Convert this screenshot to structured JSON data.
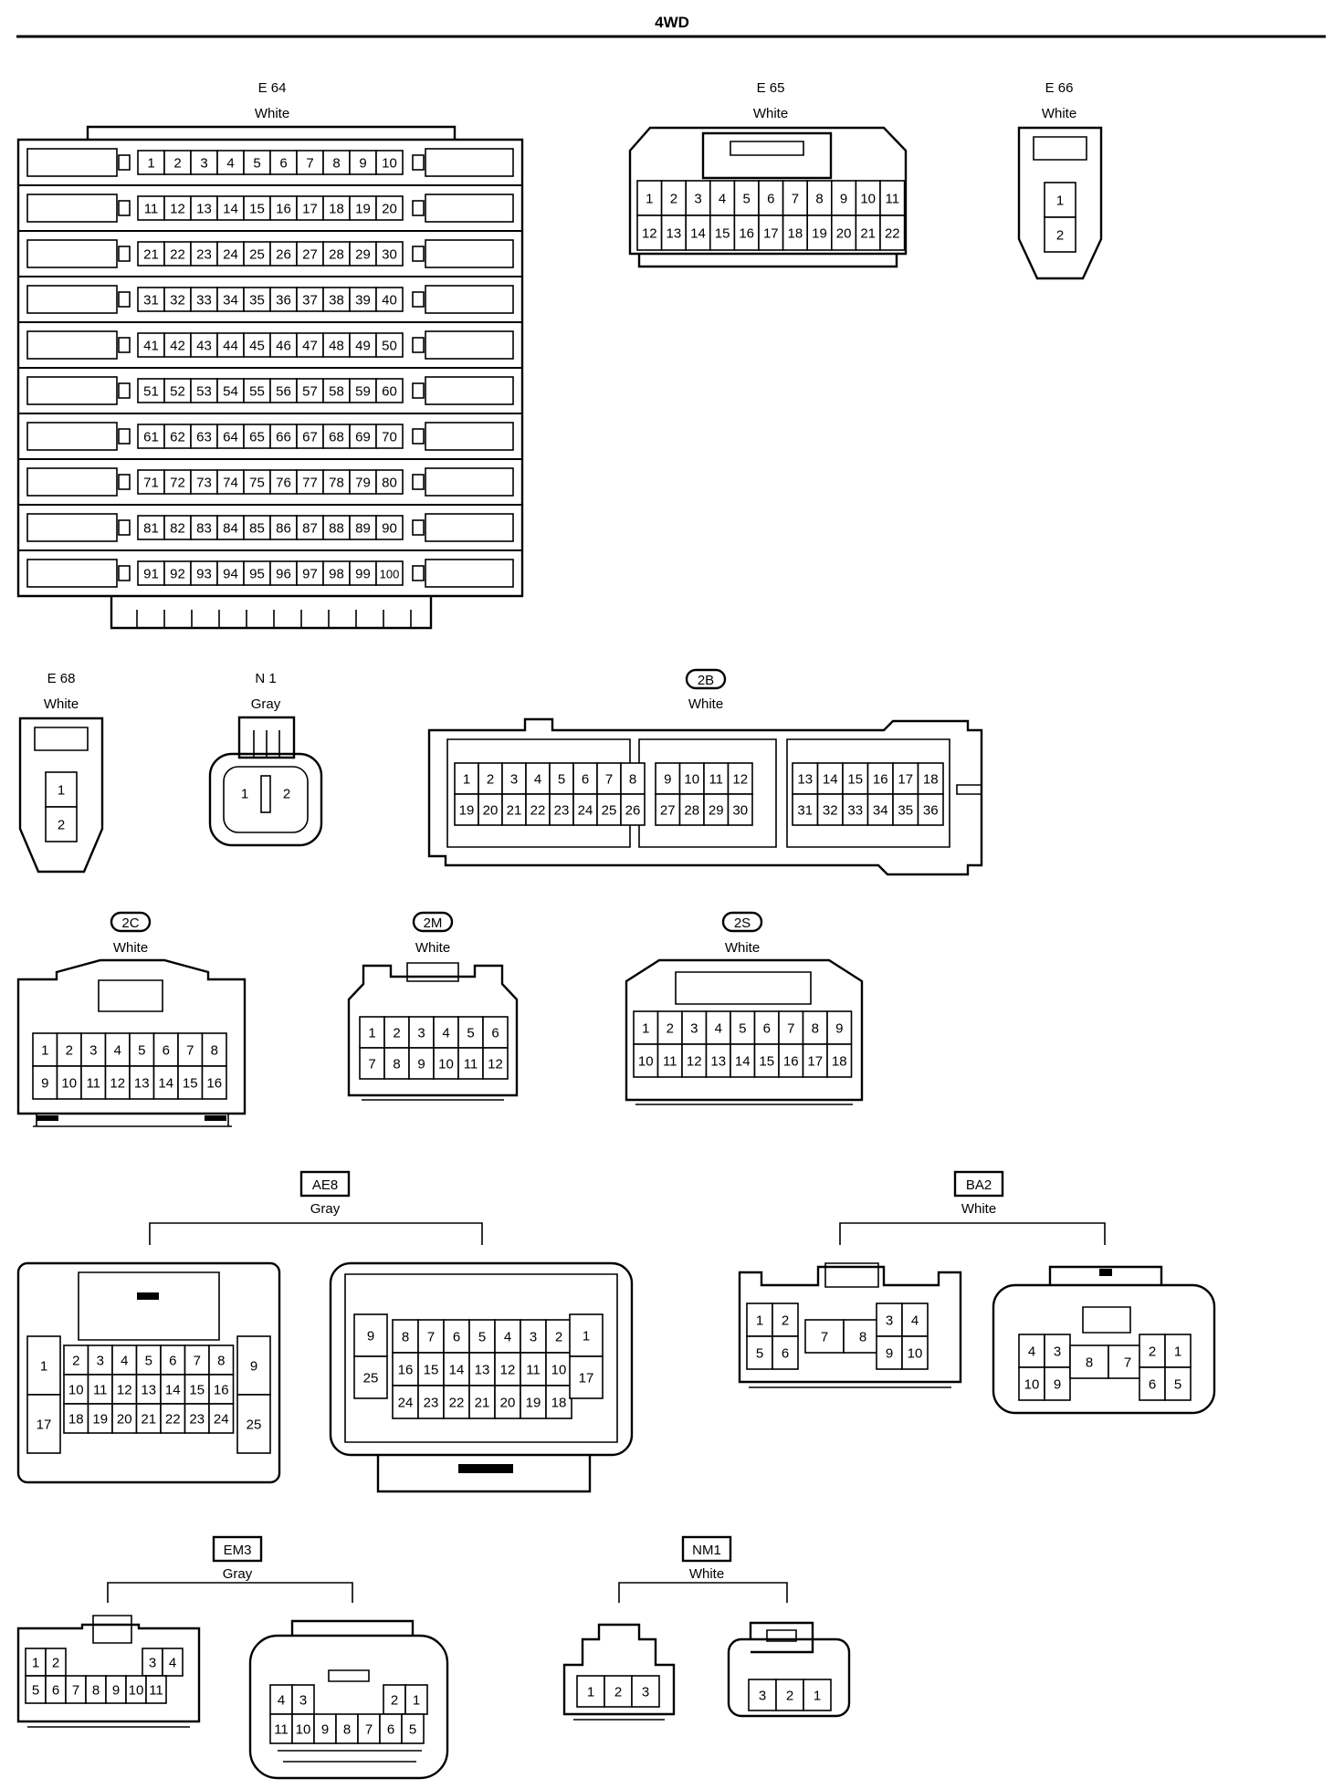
{
  "title": "4WD",
  "connectors": {
    "e64": {
      "code": "E 64",
      "color": "White"
    },
    "e65": {
      "code": "E 65",
      "color": "White"
    },
    "e66": {
      "code": "E 66",
      "color": "White"
    },
    "e68": {
      "code": "E 68",
      "color": "White"
    },
    "n1": {
      "code": "N 1",
      "color": "Gray"
    },
    "c2b": {
      "code": "2B",
      "color": "White"
    },
    "c2c": {
      "code": "2C",
      "color": "White"
    },
    "c2m": {
      "code": "2M",
      "color": "White"
    },
    "c2s": {
      "code": "2S",
      "color": "White"
    },
    "ae8": {
      "code": "AE8",
      "color": "Gray"
    },
    "ba2": {
      "code": "BA2",
      "color": "White"
    },
    "em3": {
      "code": "EM3",
      "color": "Gray"
    },
    "nm1": {
      "code": "NM1",
      "color": "White"
    }
  }
}
